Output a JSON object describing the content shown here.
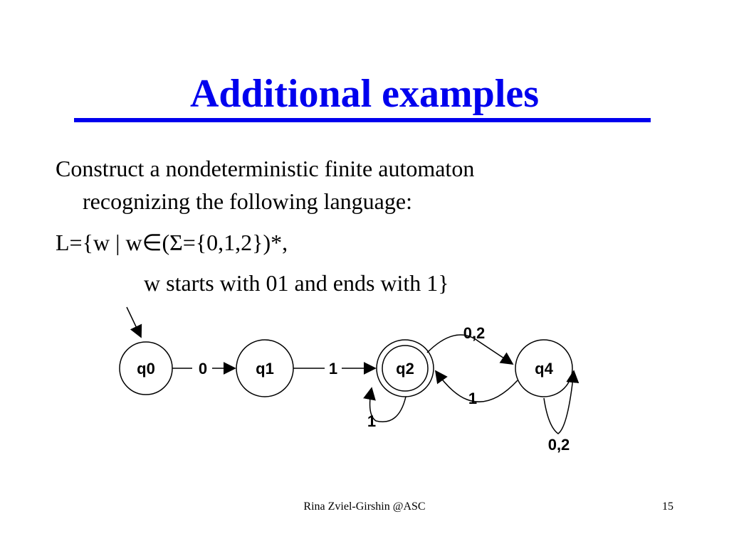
{
  "slide": {
    "title": "Additional examples",
    "body": {
      "line1": "Construct a nondeterministic finite automaton",
      "line2": "recognizing the following language:",
      "line3": "L={w | w∈(Σ={0,1,2})*,",
      "line4": "w starts with 01 and ends with 1}"
    },
    "accent_color": "#0000ee"
  },
  "automaton": {
    "states": [
      "q0",
      "q1",
      "q2",
      "q4"
    ],
    "accepting_states": [
      "q2"
    ],
    "start_state": "q0",
    "transitions": [
      {
        "from": "q0",
        "to": "q1",
        "label": "0"
      },
      {
        "from": "q1",
        "to": "q2",
        "label": "1"
      },
      {
        "from": "q2",
        "to": "q2",
        "label": "1"
      },
      {
        "from": "q2",
        "to": "q4",
        "label": "0,2"
      },
      {
        "from": "q4",
        "to": "q2",
        "label": "1"
      },
      {
        "from": "q4",
        "to": "q4",
        "label": "0,2"
      }
    ]
  },
  "footer": {
    "author": "Rina Zviel-Girshin  @ASC",
    "page_number": "15"
  }
}
